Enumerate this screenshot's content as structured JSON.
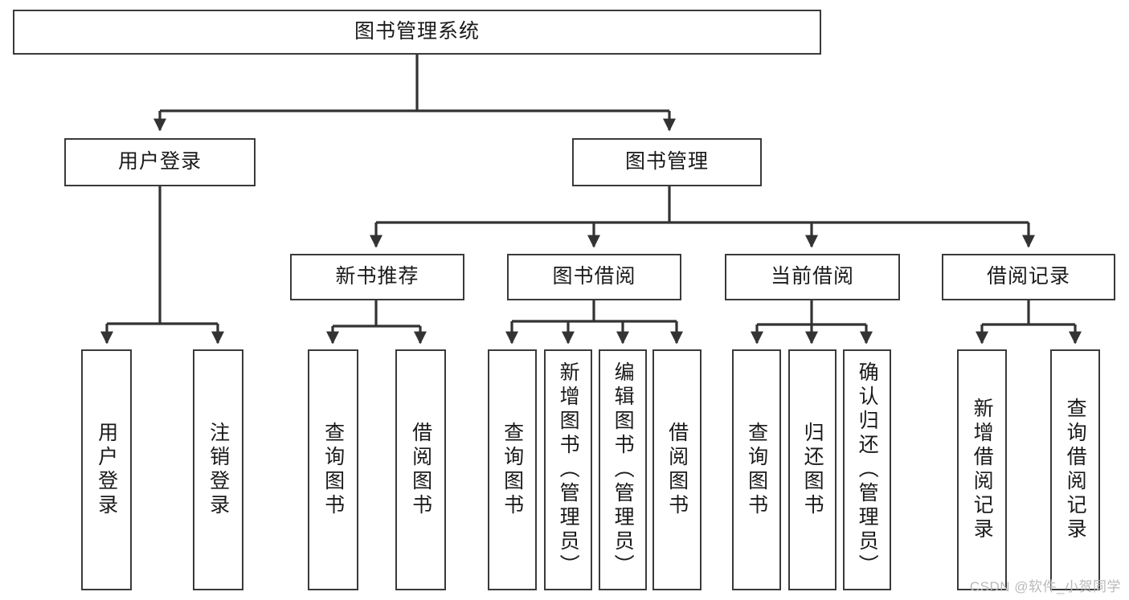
{
  "diagram": {
    "title": "图书管理系统",
    "type": "hierarchy-tree",
    "watermark": "CSDN @软件_小贺同学",
    "colors": {
      "background": "#ffffff",
      "border": "#3a3a3a",
      "text": "#1a1a1a",
      "connector": "#333333",
      "watermark": "#b9b9b9"
    },
    "root": {
      "label": "图书管理系统"
    },
    "level2": [
      {
        "label": "用户登录"
      },
      {
        "label": "图书管理"
      }
    ],
    "level3": [
      {
        "label": "新书推荐"
      },
      {
        "label": "图书借阅"
      },
      {
        "label": "当前借阅"
      },
      {
        "label": "借阅记录"
      }
    ],
    "leaves": {
      "user_login": [
        {
          "label": "用户登录"
        },
        {
          "label": "注销登录"
        }
      ],
      "new_book_recommend": [
        {
          "label": "查询图书"
        },
        {
          "label": "借阅图书"
        }
      ],
      "book_borrow": [
        {
          "label": "查询图书"
        },
        {
          "label": "新增图书（管理员）"
        },
        {
          "label": "编辑图书（管理员）"
        },
        {
          "label": "借阅图书"
        }
      ],
      "current_borrow": [
        {
          "label": "查询图书"
        },
        {
          "label": "归还图书"
        },
        {
          "label": "确认归还（管理员）"
        }
      ],
      "borrow_record": [
        {
          "label": "新增借阅记录"
        },
        {
          "label": "查询借阅记录"
        }
      ]
    }
  }
}
